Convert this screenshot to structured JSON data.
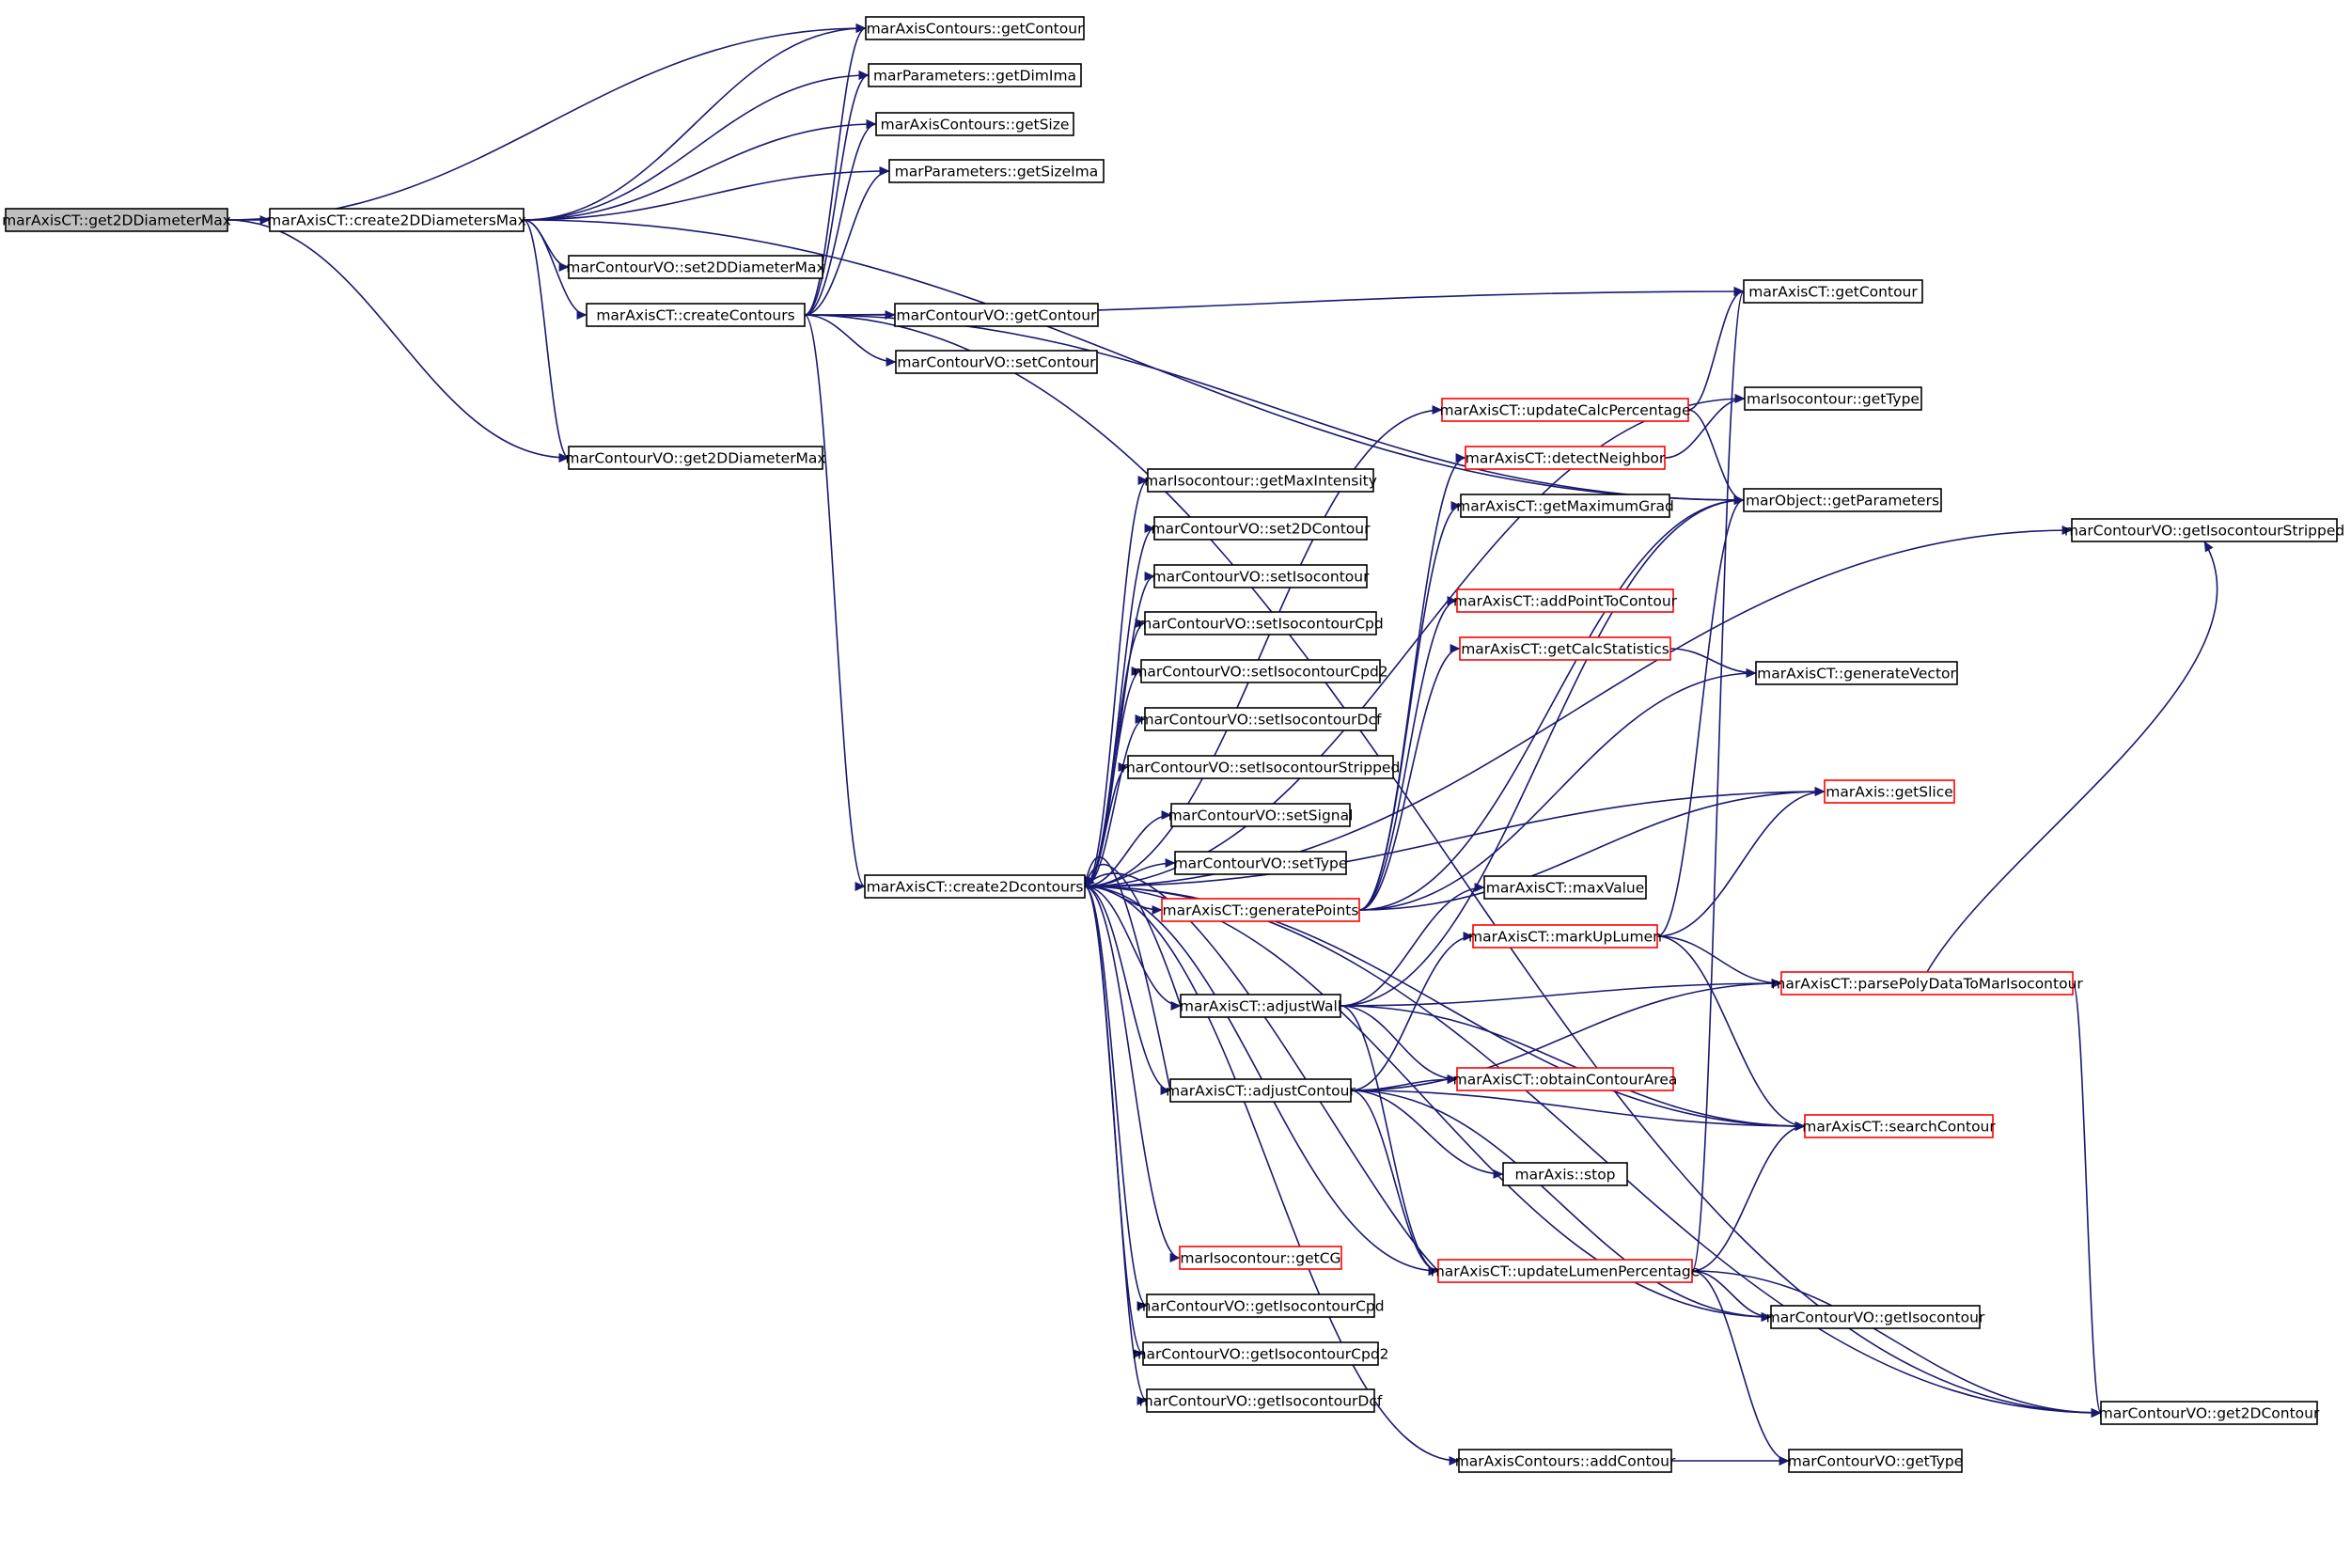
{
  "colors": {
    "edge": "#191970",
    "border": "#000000",
    "border_link": "#ff0000",
    "root_fill": "#bfbfbf",
    "node_fill": "#ffffff"
  },
  "nodes": [
    {
      "id": "n_get2DDiameterMax",
      "label": "marAxisCT::get2DDiameterMax",
      "style": "root"
    },
    {
      "id": "n_create2DDiametersMax",
      "label": "marAxisCT::create2DDiametersMax",
      "style": "normal"
    },
    {
      "id": "n_getContourAC",
      "label": "marAxisContours::getContour",
      "style": "normal"
    },
    {
      "id": "n_getDimIma",
      "label": "marParameters::getDimIma",
      "style": "normal"
    },
    {
      "id": "n_getSizeAC",
      "label": "marAxisContours::getSize",
      "style": "normal"
    },
    {
      "id": "n_getSizeIma",
      "label": "marParameters::getSizeIma",
      "style": "normal"
    },
    {
      "id": "n_set2DDiameterMax",
      "label": "marContourVO::set2DDiameterMax",
      "style": "normal"
    },
    {
      "id": "n_createContours",
      "label": "marAxisCT::createContours",
      "style": "normal"
    },
    {
      "id": "n_getContourVO",
      "label": "marContourVO::getContour",
      "style": "normal"
    },
    {
      "id": "n_setContourVO",
      "label": "marContourVO::setContour",
      "style": "normal"
    },
    {
      "id": "n_get2DDiameterMaxVO",
      "label": "marContourVO::get2DDiameterMax",
      "style": "normal"
    },
    {
      "id": "n_getContourCT",
      "label": "marAxisCT::getContour",
      "style": "normal"
    },
    {
      "id": "n_updateCalcPercentage",
      "label": "marAxisCT::updateCalcPercentage",
      "style": "link"
    },
    {
      "id": "n_getTypeIso",
      "label": "marIsocontour::getType",
      "style": "normal"
    },
    {
      "id": "n_detectNeighbor",
      "label": "marAxisCT::detectNeighbor",
      "style": "link"
    },
    {
      "id": "n_getParameters",
      "label": "marObject::getParameters",
      "style": "normal"
    },
    {
      "id": "n_getIsocontourStripped",
      "label": "marContourVO::getIsocontourStripped",
      "style": "normal"
    },
    {
      "id": "n_getMaxIntensity",
      "label": "marIsocontour::getMaxIntensity",
      "style": "normal"
    },
    {
      "id": "n_getMaximumGrad",
      "label": "marAxisCT::getMaximumGrad",
      "style": "normal"
    },
    {
      "id": "n_set2DContour",
      "label": "marContourVO::set2DContour",
      "style": "normal"
    },
    {
      "id": "n_setIsocontour",
      "label": "marContourVO::setIsocontour",
      "style": "normal"
    },
    {
      "id": "n_addPointToContour",
      "label": "marAxisCT::addPointToContour",
      "style": "link"
    },
    {
      "id": "n_setIsocontourCpd",
      "label": "marContourVO::setIsocontourCpd",
      "style": "normal"
    },
    {
      "id": "n_getCalcStatistics",
      "label": "marAxisCT::getCalcStatistics",
      "style": "link"
    },
    {
      "id": "n_setIsocontourCpd2",
      "label": "marContourVO::setIsocontourCpd2",
      "style": "normal"
    },
    {
      "id": "n_generateVector",
      "label": "marAxisCT::generateVector",
      "style": "normal"
    },
    {
      "id": "n_setIsocontourDcf",
      "label": "marContourVO::setIsocontourDcf",
      "style": "normal"
    },
    {
      "id": "n_setIsocontourStripped",
      "label": "marContourVO::setIsocontourStripped",
      "style": "normal"
    },
    {
      "id": "n_getSlice",
      "label": "marAxis::getSlice",
      "style": "link"
    },
    {
      "id": "n_setSignal",
      "label": "marContourVO::setSignal",
      "style": "normal"
    },
    {
      "id": "n_setType",
      "label": "marContourVO::setType",
      "style": "normal"
    },
    {
      "id": "n_maxValue",
      "label": "marAxisCT::maxValue",
      "style": "normal"
    },
    {
      "id": "n_create2Dcontours",
      "label": "marAxisCT::create2Dcontours",
      "style": "normal"
    },
    {
      "id": "n_generatePoints",
      "label": "marAxisCT::generatePoints",
      "style": "link"
    },
    {
      "id": "n_markUpLumen",
      "label": "marAxisCT::markUpLumen",
      "style": "link"
    },
    {
      "id": "n_parsePolyData",
      "label": "marAxisCT::parsePolyDataToMarIsocontour",
      "style": "link"
    },
    {
      "id": "n_adjustWall",
      "label": "marAxisCT::adjustWall",
      "style": "normal"
    },
    {
      "id": "n_adjustContour",
      "label": "marAxisCT::adjustContour",
      "style": "normal"
    },
    {
      "id": "n_obtainContourArea",
      "label": "marAxisCT::obtainContourArea",
      "style": "link"
    },
    {
      "id": "n_searchContour",
      "label": "marAxisCT::searchContour",
      "style": "link"
    },
    {
      "id": "n_stop",
      "label": "marAxis::stop",
      "style": "normal"
    },
    {
      "id": "n_getCG",
      "label": "marIsocontour::getCG",
      "style": "link"
    },
    {
      "id": "n_updateLumenPercentage",
      "label": "marAxisCT::updateLumenPercentage",
      "style": "link"
    },
    {
      "id": "n_getIsocontourCpd",
      "label": "marContourVO::getIsocontourCpd",
      "style": "normal"
    },
    {
      "id": "n_getIsocontour",
      "label": "marContourVO::getIsocontour",
      "style": "normal"
    },
    {
      "id": "n_getIsocontourCpd2",
      "label": "marContourVO::getIsocontourCpd2",
      "style": "normal"
    },
    {
      "id": "n_getIsocontourDcf",
      "label": "marContourVO::getIsocontourDcf",
      "style": "normal"
    },
    {
      "id": "n_get2DContour",
      "label": "marContourVO::get2DContour",
      "style": "normal"
    },
    {
      "id": "n_addContour",
      "label": "marAxisContours::addContour",
      "style": "normal"
    },
    {
      "id": "n_getTypeVO",
      "label": "marContourVO::getType",
      "style": "normal"
    }
  ],
  "edges": [
    {
      "from": "n_get2DDiameterMax",
      "to": "n_create2DDiametersMax"
    },
    {
      "from": "n_get2DDiameterMax",
      "to": "n_getContourAC"
    },
    {
      "from": "n_get2DDiameterMax",
      "to": "n_get2DDiameterMaxVO"
    },
    {
      "from": "n_create2DDiametersMax",
      "to": "n_getContourAC"
    },
    {
      "from": "n_create2DDiametersMax",
      "to": "n_getDimIma"
    },
    {
      "from": "n_create2DDiametersMax",
      "to": "n_getSizeAC"
    },
    {
      "from": "n_create2DDiametersMax",
      "to": "n_getSizeIma"
    },
    {
      "from": "n_create2DDiametersMax",
      "to": "n_set2DDiameterMax"
    },
    {
      "from": "n_create2DDiametersMax",
      "to": "n_createContours"
    },
    {
      "from": "n_create2DDiametersMax",
      "to": "n_get2DDiameterMaxVO"
    },
    {
      "from": "n_create2DDiametersMax",
      "to": "n_getParameters"
    },
    {
      "from": "n_createContours",
      "to": "n_getContourAC"
    },
    {
      "from": "n_createContours",
      "to": "n_getDimIma"
    },
    {
      "from": "n_createContours",
      "to": "n_getSizeAC"
    },
    {
      "from": "n_createContours",
      "to": "n_getSizeIma"
    },
    {
      "from": "n_createContours",
      "to": "n_getContourVO"
    },
    {
      "from": "n_createContours",
      "to": "n_setContourVO"
    },
    {
      "from": "n_createContours",
      "to": "n_getContourCT"
    },
    {
      "from": "n_createContours",
      "to": "n_getParameters"
    },
    {
      "from": "n_createContours",
      "to": "n_create2Dcontours"
    },
    {
      "from": "n_createContours",
      "to": "n_get2DContour"
    },
    {
      "from": "n_create2Dcontours",
      "to": "n_getIsocontourStripped"
    },
    {
      "from": "n_create2Dcontours",
      "to": "n_getTypeIso"
    },
    {
      "from": "n_create2Dcontours",
      "to": "n_updateCalcPercentage"
    },
    {
      "from": "n_create2Dcontours",
      "to": "n_getMaxIntensity"
    },
    {
      "from": "n_create2Dcontours",
      "to": "n_set2DContour"
    },
    {
      "from": "n_create2Dcontours",
      "to": "n_setIsocontour"
    },
    {
      "from": "n_create2Dcontours",
      "to": "n_setIsocontourCpd"
    },
    {
      "from": "n_create2Dcontours",
      "to": "n_setIsocontourCpd2"
    },
    {
      "from": "n_create2Dcontours",
      "to": "n_setIsocontourDcf"
    },
    {
      "from": "n_create2Dcontours",
      "to": "n_setIsocontourStripped"
    },
    {
      "from": "n_create2Dcontours",
      "to": "n_setSignal"
    },
    {
      "from": "n_create2Dcontours",
      "to": "n_setType"
    },
    {
      "from": "n_create2Dcontours",
      "to": "n_generatePoints"
    },
    {
      "from": "n_create2Dcontours",
      "to": "n_getSlice"
    },
    {
      "from": "n_create2Dcontours",
      "to": "n_adjustWall"
    },
    {
      "from": "n_create2Dcontours",
      "to": "n_adjustContour"
    },
    {
      "from": "n_create2Dcontours",
      "to": "n_getCG"
    },
    {
      "from": "n_create2Dcontours",
      "to": "n_updateLumenPercentage"
    },
    {
      "from": "n_create2Dcontours",
      "to": "n_getIsocontourCpd"
    },
    {
      "from": "n_create2Dcontours",
      "to": "n_getIsocontour"
    },
    {
      "from": "n_create2Dcontours",
      "to": "n_getIsocontourCpd2"
    },
    {
      "from": "n_create2Dcontours",
      "to": "n_getIsocontourDcf"
    },
    {
      "from": "n_create2Dcontours",
      "to": "n_get2DContour"
    },
    {
      "from": "n_create2Dcontours",
      "to": "n_addContour"
    },
    {
      "from": "n_create2Dcontours",
      "to": "n_searchContour"
    },
    {
      "from": "n_updateCalcPercentage",
      "to": "n_getContourCT"
    },
    {
      "from": "n_updateCalcPercentage",
      "to": "n_getParameters"
    },
    {
      "from": "n_generatePoints",
      "to": "n_detectNeighbor"
    },
    {
      "from": "n_generatePoints",
      "to": "n_getMaximumGrad"
    },
    {
      "from": "n_generatePoints",
      "to": "n_addPointToContour"
    },
    {
      "from": "n_generatePoints",
      "to": "n_getCalcStatistics"
    },
    {
      "from": "n_generatePoints",
      "to": "n_getParameters"
    },
    {
      "from": "n_generatePoints",
      "to": "n_generateVector"
    },
    {
      "from": "n_generatePoints",
      "to": "n_getSlice"
    },
    {
      "from": "n_detectNeighbor",
      "to": "n_getTypeIso"
    },
    {
      "from": "n_getCalcStatistics",
      "to": "n_generateVector"
    },
    {
      "from": "n_adjustWall",
      "to": "n_create2Dcontours"
    },
    {
      "from": "n_adjustWall",
      "to": "n_maxValue"
    },
    {
      "from": "n_adjustWall",
      "to": "n_getParameters"
    },
    {
      "from": "n_adjustWall",
      "to": "n_parsePolyData"
    },
    {
      "from": "n_adjustWall",
      "to": "n_obtainContourArea"
    },
    {
      "from": "n_adjustWall",
      "to": "n_searchContour"
    },
    {
      "from": "n_adjustWall",
      "to": "n_updateLumenPercentage"
    },
    {
      "from": "n_adjustContour",
      "to": "n_create2Dcontours"
    },
    {
      "from": "n_adjustContour",
      "to": "n_markUpLumen"
    },
    {
      "from": "n_adjustContour",
      "to": "n_obtainContourArea"
    },
    {
      "from": "n_adjustContour",
      "to": "n_parsePolyData"
    },
    {
      "from": "n_adjustContour",
      "to": "n_stop"
    },
    {
      "from": "n_adjustContour",
      "to": "n_searchContour"
    },
    {
      "from": "n_adjustContour",
      "to": "n_updateLumenPercentage"
    },
    {
      "from": "n_adjustContour",
      "to": "n_getIsocontour"
    },
    {
      "from": "n_markUpLumen",
      "to": "n_getParameters"
    },
    {
      "from": "n_markUpLumen",
      "to": "n_getSlice"
    },
    {
      "from": "n_markUpLumen",
      "to": "n_parsePolyData"
    },
    {
      "from": "n_markUpLumen",
      "to": "n_searchContour"
    },
    {
      "from": "n_parsePolyData",
      "to": "n_getIsocontourStripped"
    },
    {
      "from": "n_parsePolyData",
      "to": "n_get2DContour"
    },
    {
      "from": "n_updateLumenPercentage",
      "to": "n_create2Dcontours"
    },
    {
      "from": "n_updateLumenPercentage",
      "to": "n_getContourCT"
    },
    {
      "from": "n_updateLumenPercentage",
      "to": "n_searchContour"
    },
    {
      "from": "n_updateLumenPercentage",
      "to": "n_getIsocontour"
    },
    {
      "from": "n_updateLumenPercentage",
      "to": "n_get2DContour"
    },
    {
      "from": "n_updateLumenPercentage",
      "to": "n_getTypeVO"
    },
    {
      "from": "n_addContour",
      "to": "n_getTypeVO"
    }
  ]
}
